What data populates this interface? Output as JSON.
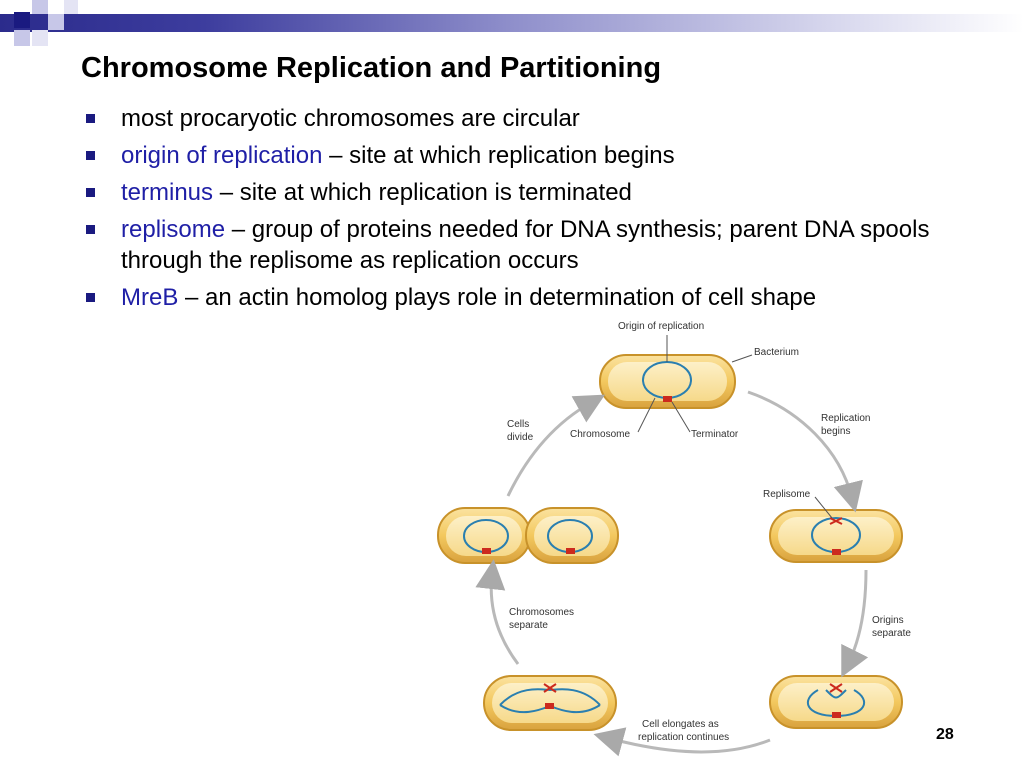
{
  "slide": {
    "title": "Chromosome Replication and Partitioning",
    "page_number": "28"
  },
  "bullets": [
    {
      "term": "",
      "text": "most procaryotic chromosomes are circular"
    },
    {
      "term": "origin of replication",
      "text": " – site at which replication begins"
    },
    {
      "term": "terminus",
      "text": " – site at which replication is terminated"
    },
    {
      "term": "replisome",
      "text": " – group of proteins needed for DNA synthesis; parent DNA spools through the replisome as replication occurs"
    },
    {
      "term": "MreB",
      "text": " – an actin homolog plays role in determination of cell shape"
    }
  ],
  "diagram": {
    "labels": {
      "origin": "Origin of replication",
      "bacterium": "Bacterium",
      "chromosome": "Chromosome",
      "terminator": "Terminator",
      "cells_divide_1": "Cells",
      "cells_divide_2": "divide",
      "replication_begins_1": "Replication",
      "replication_begins_2": "begins",
      "replisome": "Replisome",
      "origins_separate_1": "Origins",
      "origins_separate_2": "separate",
      "chromosomes_separate_1": "Chromosomes",
      "chromosomes_separate_2": "separate",
      "elongates_1": "Cell elongates as",
      "elongates_2": "replication continues"
    }
  },
  "colors": {
    "accent": "#1f1fa6",
    "cell_fill": "#f3c85e",
    "cell_stroke": "#c8922a",
    "dna": "#2a7fb0",
    "terminus_mark": "#cc2a1e"
  }
}
